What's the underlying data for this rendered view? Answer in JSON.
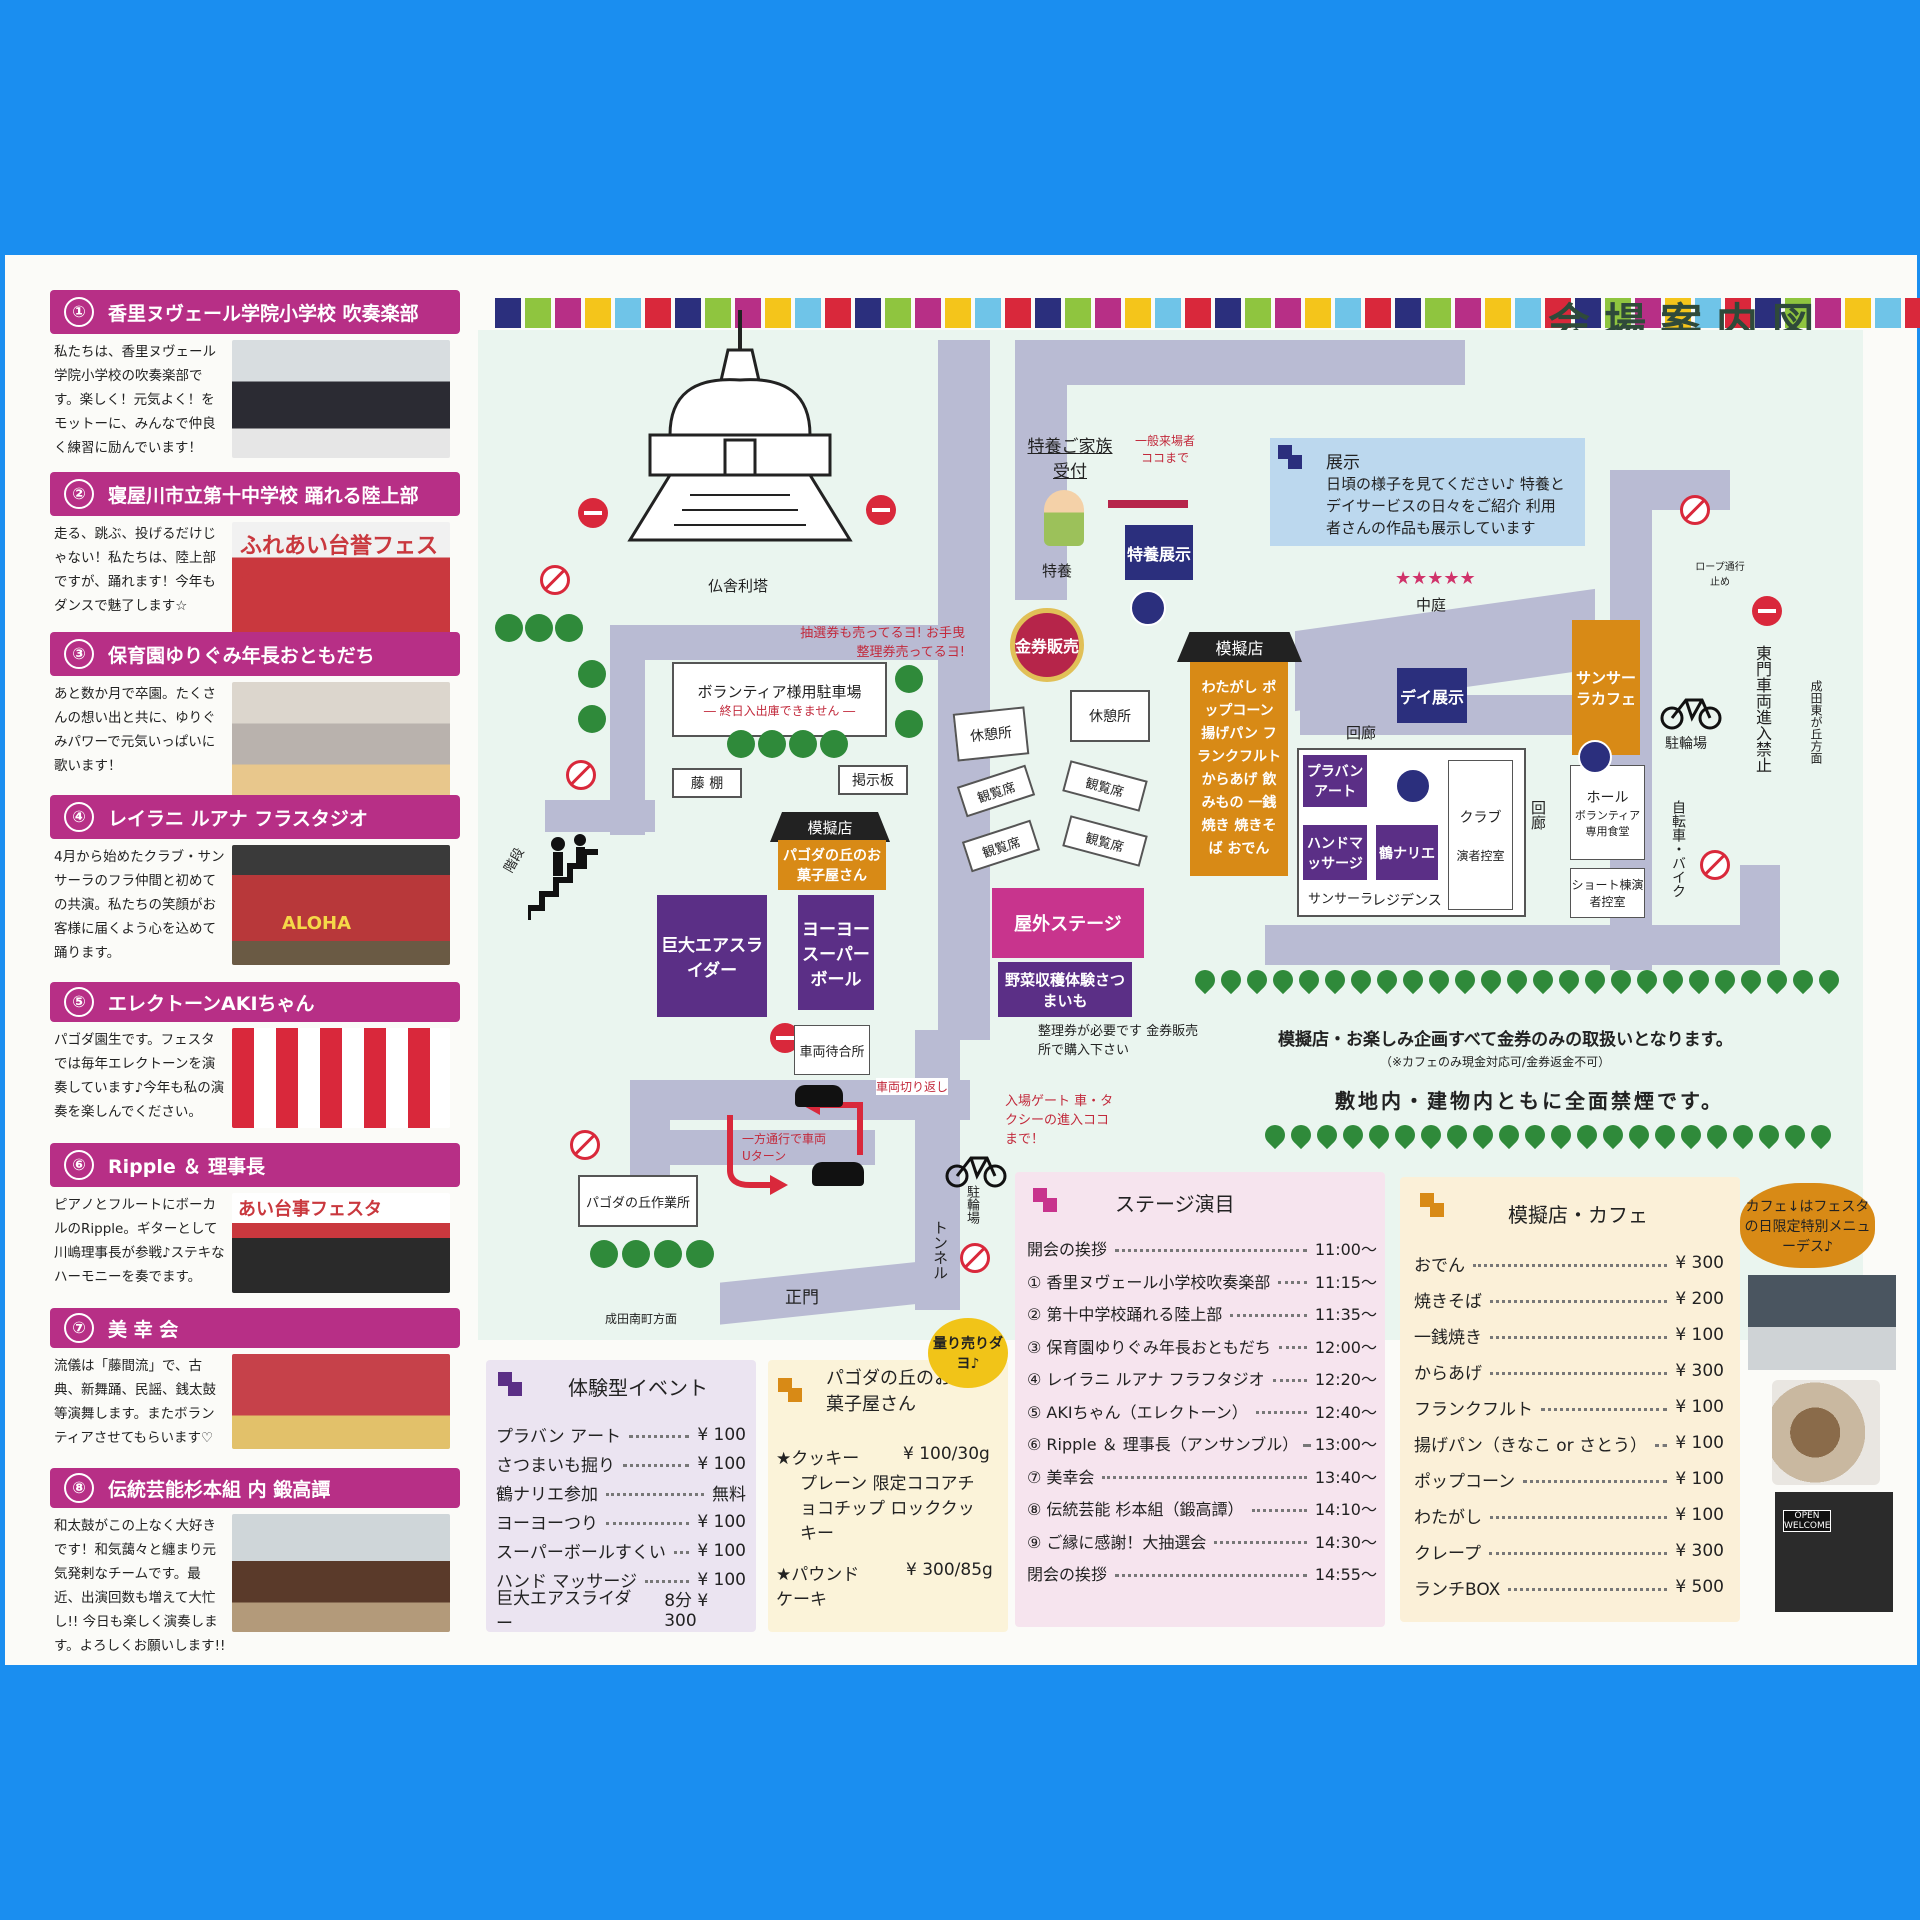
{
  "title": "会場案内図",
  "performers": [
    {
      "num": "①",
      "name": "香里ヌヴェール学院小学校 吹奏楽部",
      "text": "私たちは、香里ヌヴェール学院小学校の吹奏楽部です。楽しく！元気よく！をモットーに、みんなで仲良く練習に励んでいます！"
    },
    {
      "num": "②",
      "name": "寝屋川市立第十中学校 踊れる陸上部",
      "text": "走る、跳ぶ、投げるだけじゃない！私たちは、陸上部ですが、踊れます！今年もダンスで魅了します☆",
      "photo_caption": "ふれあい台誉フェスタ"
    },
    {
      "num": "③",
      "name": "保育園ゆりぐみ年長おともだち",
      "text": "あと数か月で卒園。たくさんの想い出と共に、ゆりぐみパワーで元気いっぱいに歌います！"
    },
    {
      "num": "④",
      "name": "レイラニ ルアナ フラスタジオ",
      "text": "4月から始めたクラブ・サンサーラのフラ仲間と初めての共演。私たちの笑顔がお客様に届くよう心を込めて踊ります。",
      "photo_caption": "ALOHA"
    },
    {
      "num": "⑤",
      "name": "エレクトーンAKIちゃん",
      "text": "パゴダ園生です。フェスタでは毎年エレクトーンを演奏しています♪今年も私の演奏を楽しんでください。"
    },
    {
      "num": "⑥",
      "name": "Ripple ＆ 理事長",
      "text": "ピアノとフルートにボーカルのRipple。ギターとして川嶋理事長が参戦♪ステキなハーモニーを奏でます。",
      "photo_caption": "あい台事フェスタ"
    },
    {
      "num": "⑦",
      "name": "美 幸 会",
      "text": "流儀は「藤間流」で、古典、新舞踊、民謡、銭太鼓等演舞します。またボランティアさせてもらいます♡"
    },
    {
      "num": "⑧",
      "name": "伝統芸能杉本組 内 鍛高譚",
      "text": "和太鼓がこの上なく大好きです！和気藹々と纏まり元気発剌なチームです。最近、出演回数も増えて大忙し!! 今日も楽しく演奏します。よろしくお願いします!!"
    }
  ],
  "map": {
    "pagoda": "仏舎利塔",
    "family_reception": "特養ご家族受付",
    "general_visitors": "一般来場者ココまで",
    "tokuyou": "特養",
    "tokuyou_exhibit": "特養展示",
    "exhibit_title": "展示",
    "exhibit_text": "日頃の様子を見てください♪ 特養とデイサービスの日々をご紹介 利用者さんの作品も展示しています",
    "courtyard": "中庭",
    "rope": "ロープ通行止め",
    "east_gate": "東門車両進入禁止",
    "narita_east": "成田東が丘方面",
    "lottery_note": "抽選券も売ってるヨ! お手曳整理券売ってるヨ!",
    "ticket_sales": "金券販売",
    "volunteer_parking": "ボランティア様用駐車場",
    "no_exit": "― 終日入出庫できません ―",
    "wisteria": "藤 棚",
    "board": "掲示板",
    "rest1": "休憩所",
    "rest2": "休憩所",
    "seat": "観覧席",
    "mock_shop": "模擬店",
    "shop_items": "わたがし ポップコーン 揚げパン フランクフルト からあげ 飲みもの 一銭焼き 焼きそば おでん",
    "day_exhibit": "デイ展示",
    "corridor": "回廊",
    "sunsara_cafe": "サンサーラカフェ",
    "bike_parking": "駐輪場",
    "hall": "ホール",
    "volunteer_dining": "ボランティア専用食堂",
    "short_stay": "ショート棟演者控室",
    "bike_lane": "自転車・バイク",
    "plaban": "プラバンアート",
    "hand": "ハンドマッサージ",
    "narie": "鶴ナリエ",
    "club": "クラブ",
    "performer_room": "演者控室",
    "sunsara": "サンサーラ",
    "residence": "レジデンス",
    "stairs": "階段",
    "pagoda_shop_label": "模擬店",
    "pagoda_shop": "パゴダの丘のお菓子屋さん",
    "air_slider": "巨大エアスライダー",
    "yoyo": "ヨーヨースーパーボール",
    "car_waiting": "車両待合所",
    "outdoor_stage": "屋外ステージ",
    "vegetable": "野菜収穫体験さつまいも",
    "ticket_note": "整理券が必要です 金券販売所で購入下さい",
    "ticket_only": "模擬店・お楽しみ企画すべて金券のみの取扱いとなります。",
    "cafe_note": "（※カフェのみ現金対応可/金券返金不可）",
    "no_smoking": "敷地内・建物内ともに全面禁煙です。",
    "car_turn": "車両切り返し",
    "oneway": "一方通行で車両 Uターン",
    "entrance_gate": "入場ゲート 車・タクシーの進入ココまで！",
    "workshop": "パゴダの丘作業所",
    "tunnel": "トンネル",
    "bike_parking2": "駐輪場",
    "main_gate": "正門",
    "narita_south": "成田南町方面"
  },
  "events": {
    "title": "体験型イベント",
    "items": [
      {
        "name": "プラバン アート",
        "price": "¥ 100"
      },
      {
        "name": "さつまいも掘り",
        "price": "¥ 100"
      },
      {
        "name": "鶴ナリエ参加",
        "price": "無料"
      },
      {
        "name": "ヨーヨーつり",
        "price": "¥ 100"
      },
      {
        "name": "スーパーボールすくい",
        "price": "¥ 100"
      },
      {
        "name": "ハンド マッサージ",
        "price": "¥ 100"
      },
      {
        "name": "巨大エアスライダー",
        "price": "8分 ¥ 300"
      }
    ]
  },
  "sweets": {
    "title": "パゴダの丘のお菓子屋さん",
    "bubble": "量り売りダヨ♪",
    "cookie": "★クッキー",
    "cookie_price": "¥ 100/30g",
    "cookie_types": "プレーン 限定ココアチョコチップ ロッククッキー",
    "pound": "★パウンドケーキ",
    "pound_price": "¥ 300/85g"
  },
  "stage": {
    "title": "ステージ演目",
    "items": [
      {
        "name": "開会の挨拶",
        "time": "11:00～"
      },
      {
        "name": "① 香里ヌヴェール小学校吹奏楽部",
        "time": "11:15～"
      },
      {
        "name": "② 第十中学校踊れる陸上部",
        "time": "11:35～"
      },
      {
        "name": "③ 保育園ゆりぐみ年長おともだち",
        "time": "12:00～"
      },
      {
        "name": "④ レイラニ ルアナ フラフタジオ",
        "time": "12:20～"
      },
      {
        "name": "⑤ AKIちゃん（エレクトーン）",
        "time": "12:40～"
      },
      {
        "name": "⑥ Ripple ＆ 理事長（アンサンブル）",
        "time": "13:00～"
      },
      {
        "name": "⑦ 美幸会",
        "time": "13:40～"
      },
      {
        "name": "⑧ 伝統芸能 杉本組（鍛高譚）",
        "time": "14:10～"
      },
      {
        "name": "⑨ ご縁に感謝！大抽選会",
        "time": "14:30～"
      },
      {
        "name": "閉会の挨拶",
        "time": "14:55～"
      }
    ]
  },
  "cafe": {
    "title": "模擬店・カフェ",
    "bubble": "カフェ↓はフェスタの日限定特別メニューデス♪",
    "open_sign": "OPEN WELCOME",
    "items": [
      {
        "name": "おでん",
        "price": "¥ 300"
      },
      {
        "name": "焼きそば",
        "price": "¥ 200"
      },
      {
        "name": "一銭焼き",
        "price": "¥ 100"
      },
      {
        "name": "からあげ",
        "price": "¥ 300"
      },
      {
        "name": "フランクフルト",
        "price": "¥ 100"
      },
      {
        "name": "揚げパン（きなこ or さとう）",
        "price": "¥ 100"
      },
      {
        "name": "ポップコーン",
        "price": "¥ 100"
      },
      {
        "name": "わたがし",
        "price": "¥ 100"
      },
      {
        "name": "クレープ",
        "price": "¥ 300"
      },
      {
        "name": "ランチBOX",
        "price": "¥ 500"
      }
    ]
  },
  "colors": {
    "accent": "#b72f86",
    "navy": "#2b2f7d",
    "orange": "#d88a16",
    "background": "#1a8ef0"
  }
}
